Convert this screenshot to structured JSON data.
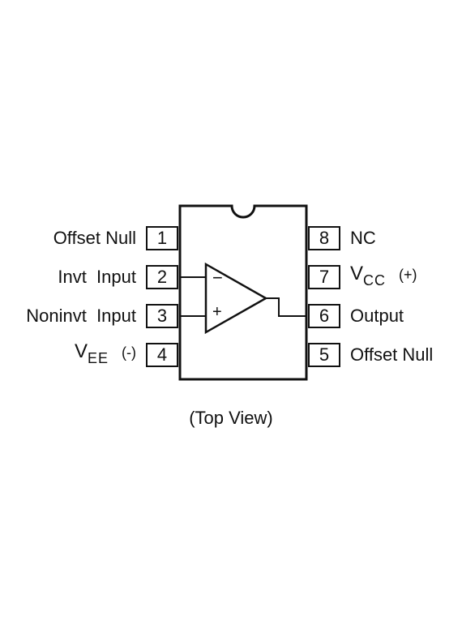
{
  "pins_left": [
    {
      "number": "1",
      "label": "Offset Null"
    },
    {
      "number": "2",
      "label": "Invt  Input"
    },
    {
      "number": "3",
      "label": "Noninvt  Input"
    },
    {
      "number": "4",
      "label": "V",
      "sub": "EE",
      "polarity": "(-)"
    }
  ],
  "pins_right": [
    {
      "number": "8",
      "label": "NC"
    },
    {
      "number": "7",
      "label": "V",
      "sub": "CC",
      "polarity": "(+)"
    },
    {
      "number": "6",
      "label": "Output"
    },
    {
      "number": "5",
      "label": "Offset Null"
    }
  ],
  "opamp": {
    "minus": "−",
    "plus": "+"
  },
  "caption": "(Top View)"
}
